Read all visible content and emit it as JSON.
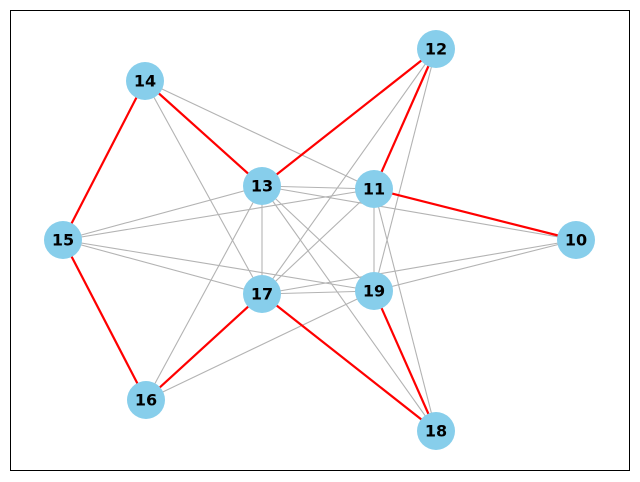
{
  "graph": {
    "colors": {
      "node_fill": "#87CEEB",
      "edge_normal": "#b3b3b3",
      "edge_highlight": "#ff0000",
      "label": "#000000",
      "frame": "#000000"
    },
    "nodes": [
      {
        "id": "10",
        "label": "10"
      },
      {
        "id": "11",
        "label": "11"
      },
      {
        "id": "12",
        "label": "12"
      },
      {
        "id": "13",
        "label": "13"
      },
      {
        "id": "14",
        "label": "14"
      },
      {
        "id": "15",
        "label": "15"
      },
      {
        "id": "16",
        "label": "16"
      },
      {
        "id": "17",
        "label": "17"
      },
      {
        "id": "18",
        "label": "18"
      },
      {
        "id": "19",
        "label": "19"
      }
    ],
    "edges": [
      {
        "source": "14",
        "target": "15",
        "highlight": true
      },
      {
        "source": "14",
        "target": "13",
        "highlight": true
      },
      {
        "source": "15",
        "target": "16",
        "highlight": true
      },
      {
        "source": "13",
        "target": "12",
        "highlight": true
      },
      {
        "source": "12",
        "target": "11",
        "highlight": true
      },
      {
        "source": "11",
        "target": "10",
        "highlight": true
      },
      {
        "source": "16",
        "target": "17",
        "highlight": true
      },
      {
        "source": "17",
        "target": "18",
        "highlight": true
      },
      {
        "source": "19",
        "target": "18",
        "highlight": true
      },
      {
        "source": "14",
        "target": "11",
        "highlight": false
      },
      {
        "source": "14",
        "target": "17",
        "highlight": false
      },
      {
        "source": "15",
        "target": "13",
        "highlight": false
      },
      {
        "source": "15",
        "target": "11",
        "highlight": false
      },
      {
        "source": "15",
        "target": "17",
        "highlight": false
      },
      {
        "source": "15",
        "target": "19",
        "highlight": false
      },
      {
        "source": "13",
        "target": "11",
        "highlight": false
      },
      {
        "source": "13",
        "target": "17",
        "highlight": false
      },
      {
        "source": "13",
        "target": "19",
        "highlight": false
      },
      {
        "source": "13",
        "target": "18",
        "highlight": false
      },
      {
        "source": "13",
        "target": "16",
        "highlight": false
      },
      {
        "source": "13",
        "target": "10",
        "highlight": false
      },
      {
        "source": "12",
        "target": "17",
        "highlight": false
      },
      {
        "source": "12",
        "target": "19",
        "highlight": false
      },
      {
        "source": "11",
        "target": "17",
        "highlight": false
      },
      {
        "source": "11",
        "target": "19",
        "highlight": false
      },
      {
        "source": "11",
        "target": "18",
        "highlight": false
      },
      {
        "source": "17",
        "target": "19",
        "highlight": false
      },
      {
        "source": "17",
        "target": "10",
        "highlight": false
      },
      {
        "source": "19",
        "target": "10",
        "highlight": false
      },
      {
        "source": "16",
        "target": "19",
        "highlight": false
      }
    ]
  }
}
